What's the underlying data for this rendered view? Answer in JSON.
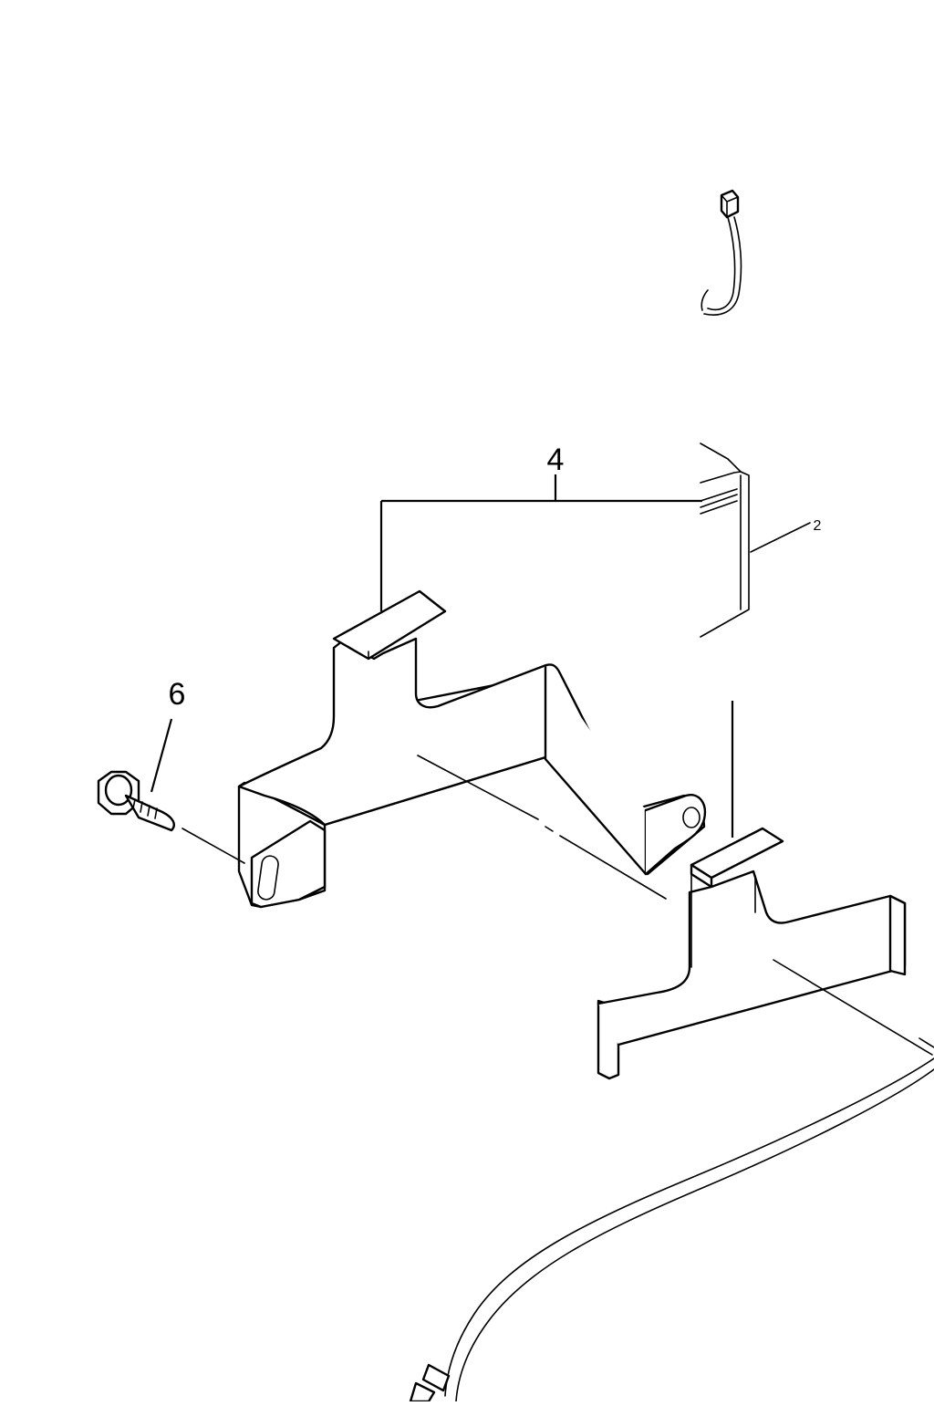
{
  "callouts": {
    "c4": "4",
    "c6": "6",
    "c2": "2"
  },
  "colors": {
    "line": "#000000",
    "background": "#ffffff",
    "faint_line": "#555555"
  }
}
